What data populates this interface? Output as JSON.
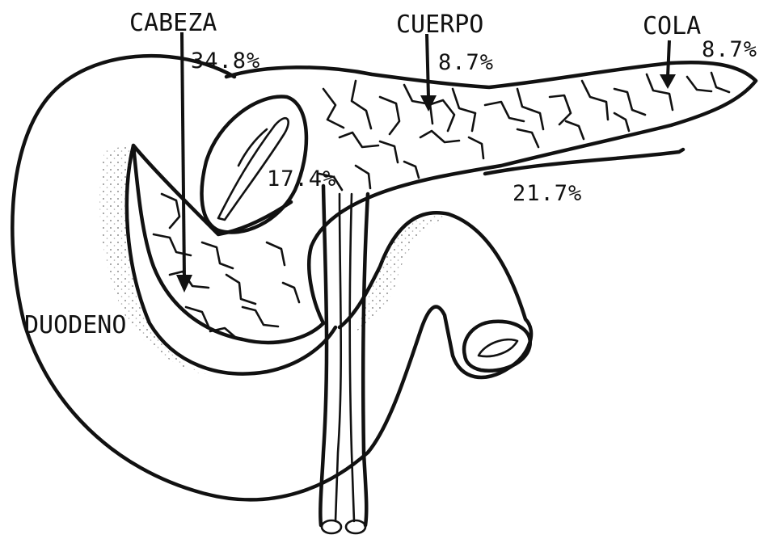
{
  "labels": {
    "head": "CABEZA",
    "body": "CUERPO",
    "tail": "COLA",
    "duodenum": "DUODENO"
  },
  "percentages": {
    "head": "34.8%",
    "body": "8.7%",
    "tail": "8.7%",
    "head_section": "17.4%",
    "lower_border": "21.7%"
  },
  "colors": {
    "ink": "#111111",
    "paper": "#ffffff"
  }
}
